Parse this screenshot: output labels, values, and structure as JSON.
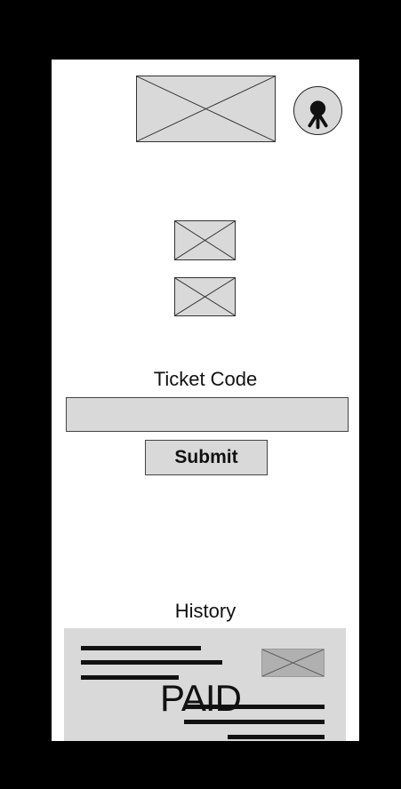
{
  "header": {
    "logo_icon": "image-placeholder-icon",
    "profile_icon": "user-avatar-icon"
  },
  "media": {
    "icons": [
      "image-placeholder-icon",
      "image-placeholder-icon"
    ]
  },
  "ticket": {
    "label": "Ticket Code",
    "input_value": "",
    "input_placeholder": "",
    "submit_label": "Submit"
  },
  "history": {
    "label": "History",
    "items": [
      {
        "status": "PAID",
        "thumbnail_icon": "image-placeholder-icon"
      }
    ]
  },
  "colors": {
    "background": "#000000",
    "screen": "#ffffff",
    "placeholder_fill": "#d9d9d9",
    "text": "#111111"
  }
}
